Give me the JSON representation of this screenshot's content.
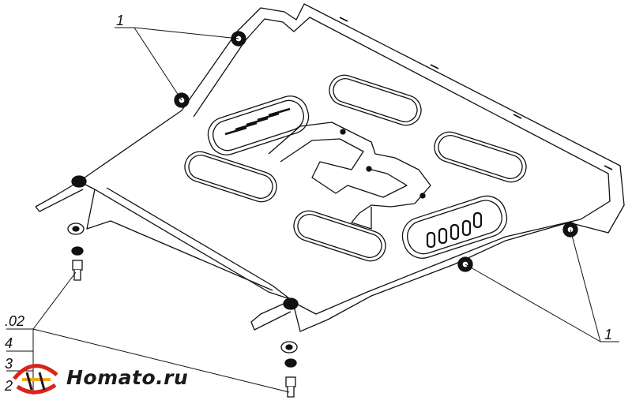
{
  "labels": {
    "callout_top_left": "1",
    "callout_bottom_right": "1"
  },
  "parts_list": [
    ".02",
    "4",
    "3",
    "2"
  ],
  "brand": {
    "name": "Homato.ru",
    "logo_colors": [
      "#d9241b",
      "#f2a81d"
    ]
  }
}
